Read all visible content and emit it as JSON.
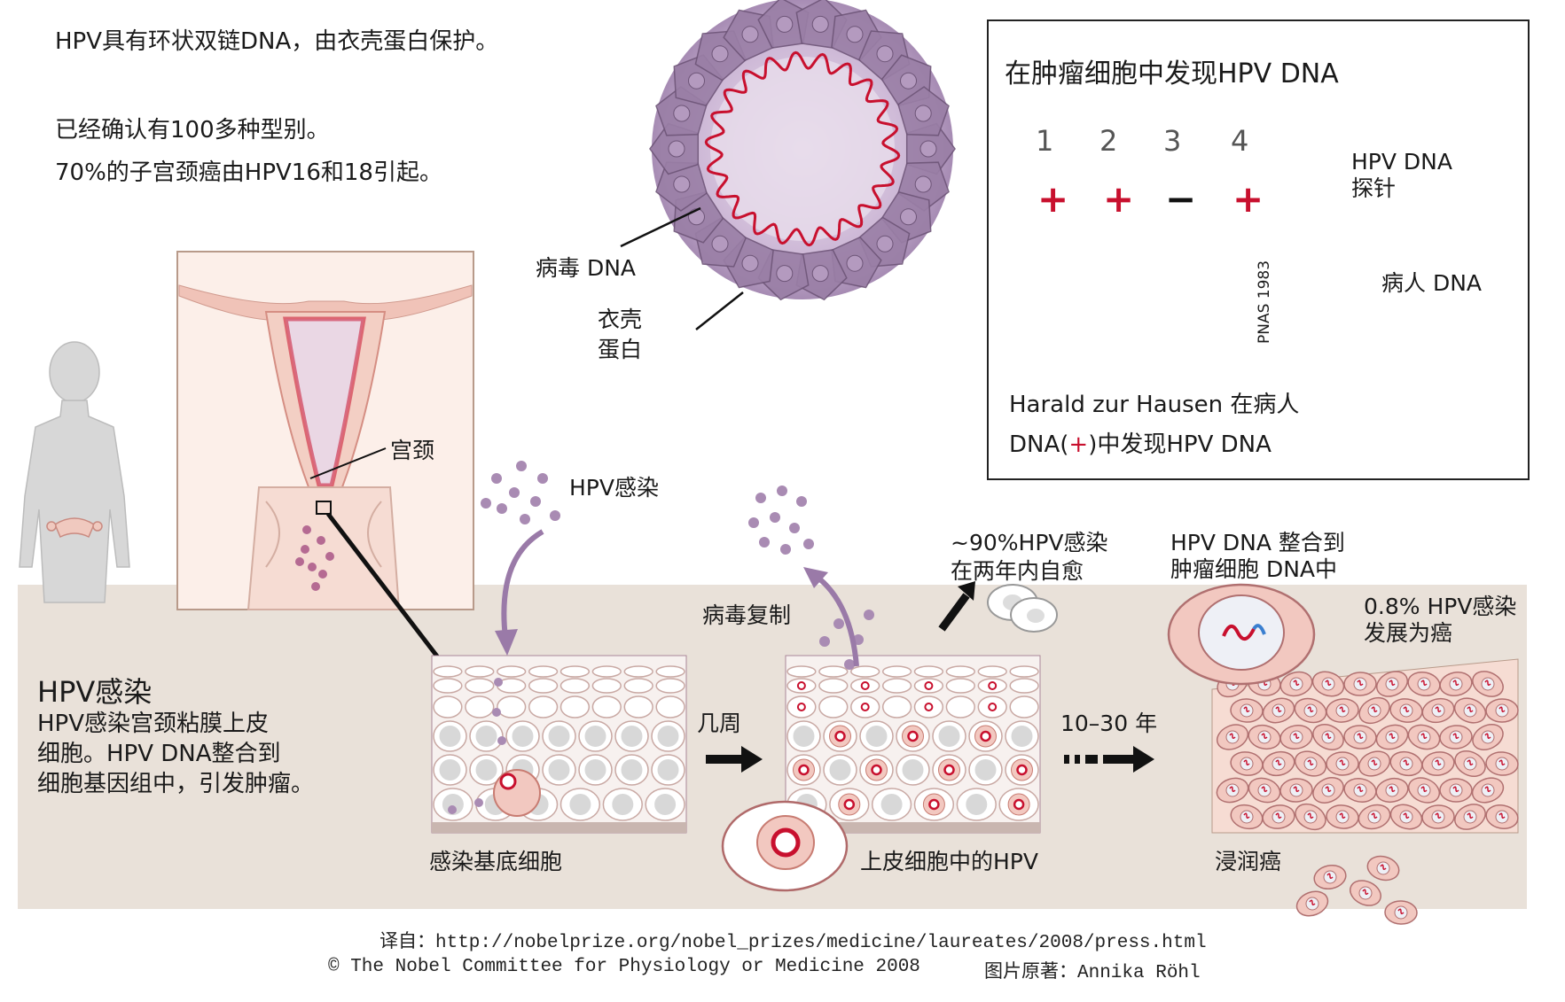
{
  "intro": {
    "line1": "HPV具有环状双链DNA，由衣壳蛋白保护。",
    "line2": "已经确认有100多种型别。",
    "line3": "70%的子宫颈癌由HPV16和18引起。"
  },
  "virus": {
    "viral_dna_label": "病毒 DNA",
    "capsid_label_1": "衣壳",
    "capsid_label_2": "蛋白"
  },
  "inset": {
    "title": "在肿瘤细胞中发现HPV DNA",
    "lanes": [
      "1",
      "2",
      "3",
      "4"
    ],
    "signs": [
      "+",
      "+",
      "−",
      "+"
    ],
    "credit": "PNAS 1983",
    "probe_label_1": "HPV DNA",
    "probe_label_2": "探针",
    "patient_dna_label": "病人 DNA",
    "caption_line1": "Harald zur Hausen 在病人",
    "caption_line2_pre": "DNA(",
    "caption_line2_plus": "+",
    "caption_line2_post": ")中发现HPV DNA"
  },
  "anatomy": {
    "cervix_label": "宫颈"
  },
  "infection": {
    "hpv_infection_label": "HPV感染",
    "heading": "HPV感染",
    "desc_line1": "HPV感染宫颈粘膜上皮",
    "desc_line2": "细胞。HPV DNA整合到",
    "desc_line3": "细胞基因组中，引发肿瘤。",
    "basal_cell_label": "感染基底细胞",
    "weeks_label": "几周",
    "replication_label": "病毒复制",
    "epithelial_label": "上皮细胞中的HPV",
    "clear_line1": "~90%HPV感染",
    "clear_line2": "在两年内自愈",
    "years_label": "10–30 年",
    "integrate_line1": "HPV DNA 整合到",
    "integrate_line2": "肿瘤细胞 DNA中",
    "cancer_line1": "0.8% HPV感染",
    "cancer_line2": "发展为癌",
    "invasive_label": "浸润癌"
  },
  "footer": {
    "source": "译自：http://nobelprize.org/nobel_prizes/medicine/laureates/2008/press.html",
    "copyright": "© The Nobel Committee for Physiology or Medicine 2008",
    "artist": "图片原著：Annika Röhl"
  },
  "colors": {
    "band": "#e9e1d9",
    "capsid": "#9a7fa6",
    "dna_red": "#c8102e",
    "cell_pink": "#f2c8c0",
    "cervix_pink": "#f6dcd3",
    "virus_dot": "#a98bb3"
  }
}
